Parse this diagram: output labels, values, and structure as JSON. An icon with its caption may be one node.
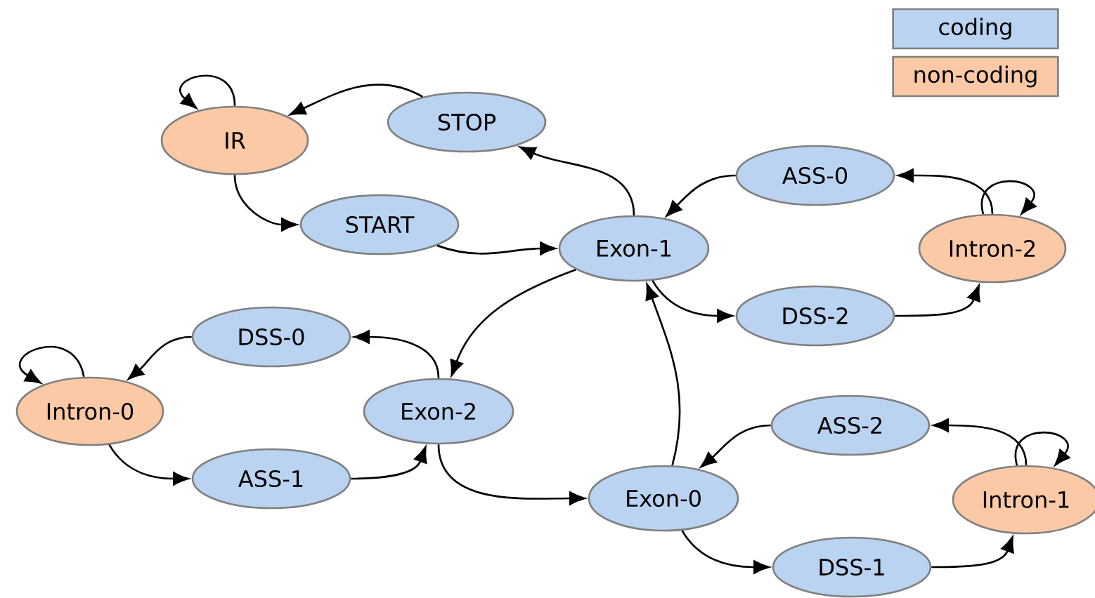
{
  "diagram": {
    "nodes": [
      {
        "text": [
          "IR"
        ]
      },
      {
        "text": [
          "STOP"
        ]
      },
      {
        "text": [
          "START"
        ]
      },
      {
        "text": [
          "Exon-1"
        ]
      },
      {
        "text": [
          "ASS-0"
        ]
      },
      {
        "text": [
          "Intron-2"
        ]
      },
      {
        "text": [
          "DSS-2"
        ]
      },
      {
        "text": [
          "DSS-0"
        ]
      },
      {
        "text": [
          "Intron-0"
        ]
      },
      {
        "text": [
          "Exon-2"
        ]
      },
      {
        "text": [
          "ASS-1"
        ]
      },
      {
        "text": [
          "ASS-2"
        ]
      },
      {
        "text": [
          "Exon-0"
        ]
      },
      {
        "text": [
          "Intron-1"
        ]
      },
      {
        "text": [
          "DSS-1"
        ]
      }
    ],
    "edges": [
      {
        "from": 0,
        "to": 0,
        "arrow": "to"
      },
      {
        "from": 1,
        "to": 0,
        "arrow": "to"
      },
      {
        "from": 0,
        "to": 2,
        "arrow": "to"
      },
      {
        "from": 2,
        "to": 3,
        "arrow": "to"
      },
      {
        "from": 3,
        "to": 1,
        "arrow": "to"
      },
      {
        "from": 4,
        "to": 3,
        "arrow": "to"
      },
      {
        "from": 5,
        "to": 4,
        "arrow": "to"
      },
      {
        "from": 5,
        "to": 5,
        "arrow": "to"
      },
      {
        "from": 3,
        "to": 6,
        "arrow": "to"
      },
      {
        "from": 6,
        "to": 5,
        "arrow": "to"
      },
      {
        "from": 3,
        "to": 9,
        "arrow": "to"
      },
      {
        "from": 9,
        "to": 7,
        "arrow": "to"
      },
      {
        "from": 7,
        "to": 8,
        "arrow": "to"
      },
      {
        "from": 8,
        "to": 8,
        "arrow": "to"
      },
      {
        "from": 8,
        "to": 10,
        "arrow": "to"
      },
      {
        "from": 10,
        "to": 9,
        "arrow": "to"
      },
      {
        "from": 9,
        "to": 12,
        "arrow": "to"
      },
      {
        "from": 12,
        "to": 3,
        "arrow": "to"
      },
      {
        "from": 11,
        "to": 12,
        "arrow": "to"
      },
      {
        "from": 13,
        "to": 11,
        "arrow": "to"
      },
      {
        "from": 13,
        "to": 13,
        "arrow": "to"
      },
      {
        "from": 12,
        "to": 14,
        "arrow": "to"
      },
      {
        "from": 14,
        "to": 13,
        "arrow": "to"
      }
    ],
    "legend": [
      {
        "text": "coding",
        "color": "#b9d3f0"
      },
      {
        "text": "non-coding",
        "color": "#fbc9a5"
      }
    ]
  }
}
